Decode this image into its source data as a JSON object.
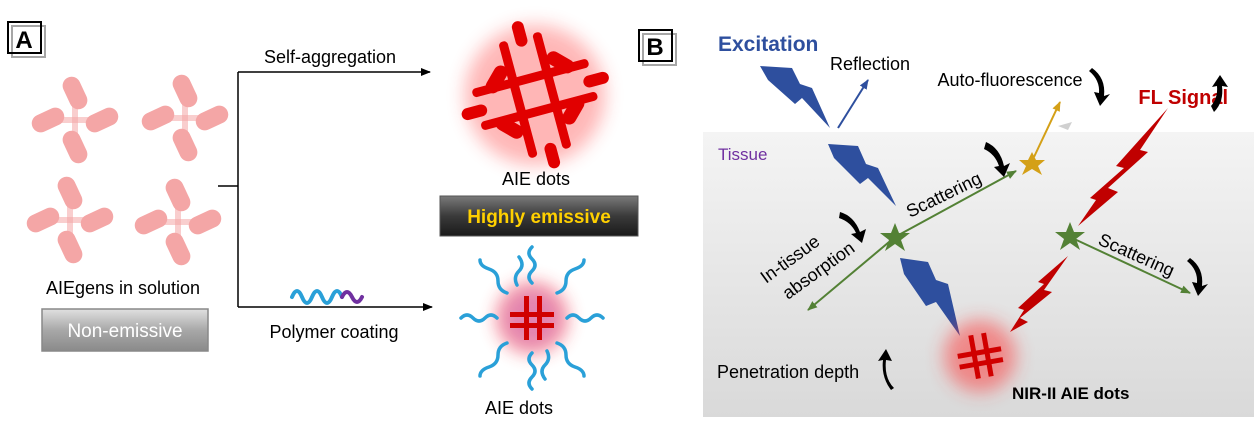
{
  "panel_a": {
    "label": "A",
    "self_aggregation": "Self-aggregation",
    "aie_dots_top": "AIE dots",
    "highly_emissive": "Highly emissive",
    "aiegens": "AIEgens in solution",
    "non_emissive": "Non-emissive",
    "polymer_coating": "Polymer coating",
    "aie_dots_bottom": "AIE dots"
  },
  "panel_b": {
    "label": "B",
    "excitation": "Excitation",
    "reflection": "Reflection",
    "auto_fluorescence": "Auto-fluorescence",
    "fl_signal": "FL Signal",
    "tissue": "Tissue",
    "scattering_left": "Scattering",
    "scattering_right": "Scattering",
    "in_tissue": "In-tissue",
    "absorption": "absorption",
    "penetration_depth": "Penetration depth",
    "nir_aie_dots": "NIR-II AIE dots"
  },
  "colors": {
    "excitation_blue": "#2e4f9e",
    "fl_red": "#c00000",
    "tissue_purple": "#7030a0",
    "scatter_green": "#538135",
    "gold": "#d4a017",
    "aiegen_pink": "#f4a6a6",
    "glow_red": "#ff2020",
    "polymer_blue": "#2aa0d8",
    "polymer_purple": "#7030a0"
  }
}
